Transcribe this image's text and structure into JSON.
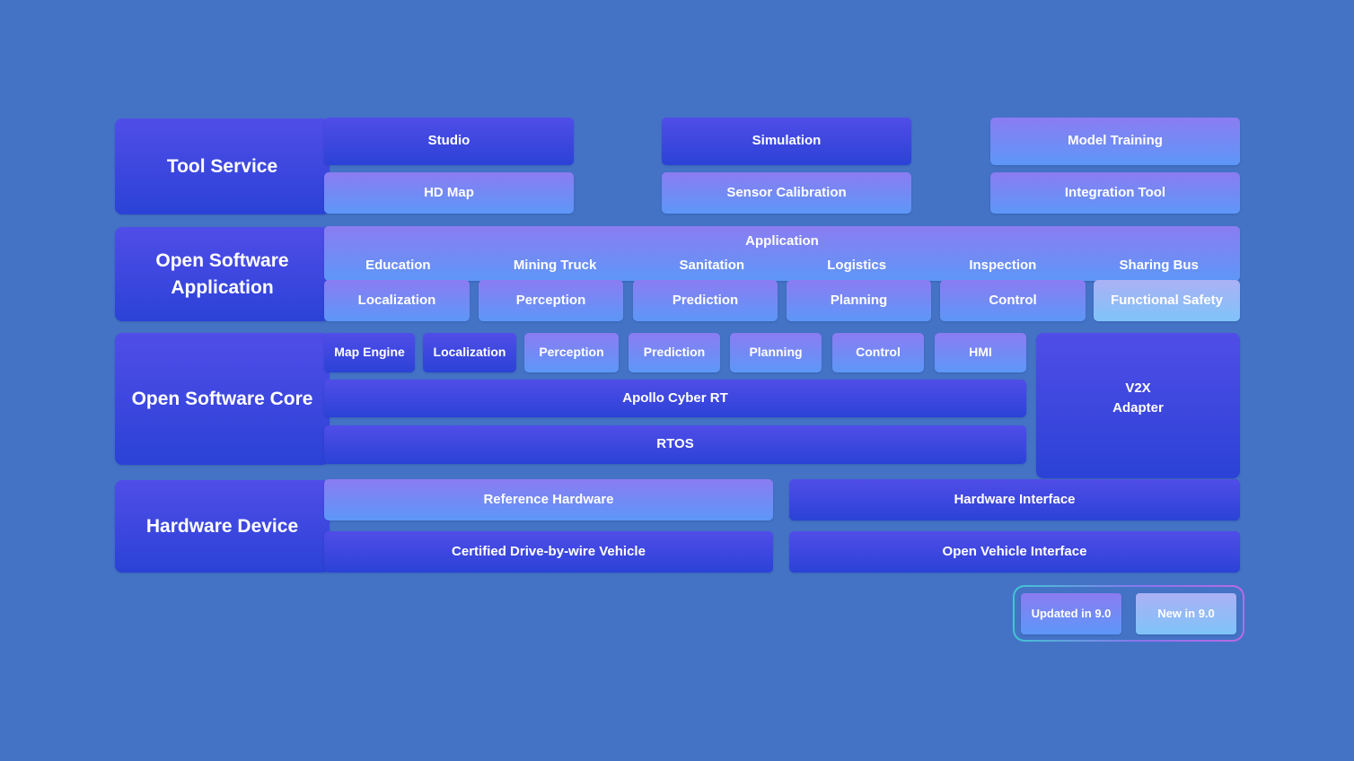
{
  "left_labels": {
    "tool_service": "Tool Service",
    "open_software_application": "Open Software Application",
    "open_software_core": "Open Software Core",
    "hardware_device": "Hardware Device"
  },
  "tool_service": {
    "studio": "Studio",
    "simulation": "Simulation",
    "model_training": "Model Training",
    "hd_map": "HD Map",
    "sensor_calibration": "Sensor Calibration",
    "integration_tool": "Integration Tool"
  },
  "application": {
    "title": "Application",
    "domains": [
      "Education",
      "Mining Truck",
      "Sanitation",
      "Logistics",
      "Inspection",
      "Sharing Bus"
    ],
    "modules": [
      "Localization",
      "Perception",
      "Prediction",
      "Planning",
      "Control"
    ],
    "functional_safety": "Functional Safety"
  },
  "core": {
    "dark": [
      "Map Engine",
      "Localization"
    ],
    "updated": [
      "Perception",
      "Prediction",
      "Planning",
      "Control",
      "HMI"
    ],
    "cyber_rt": "Apollo Cyber RT",
    "rtos": "RTOS",
    "v2x_line1": "V2X",
    "v2x_line2": "Adapter"
  },
  "hardware": {
    "reference_hardware": "Reference Hardware",
    "hardware_interface": "Hardware Interface",
    "certified_vehicle": "Certified Drive-by-wire Vehicle",
    "open_vehicle_interface": "Open Vehicle Interface"
  },
  "legend": {
    "updated": "Updated in 9.0",
    "new": "New in 9.0"
  },
  "colors": {
    "bg": "#4473c6",
    "base_top": "#504de8",
    "base_bottom": "#2b42d6",
    "upd_top": "#8b7cf2",
    "upd_bottom": "#5d97f7",
    "new_top": "#abb1f5",
    "new_bottom": "#7fc3f8",
    "legend_b1": "#3fc8d2",
    "legend_b2": "#8a74ee",
    "legend_b3": "#bb69e4",
    "text": "#ffffff"
  }
}
